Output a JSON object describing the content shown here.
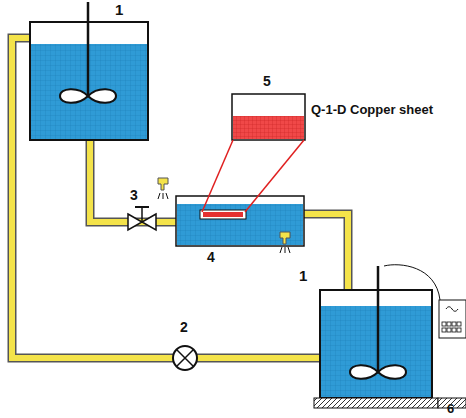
{
  "diagram": {
    "labels": [
      "1",
      "5",
      "Q-1-D Copper sheet",
      "3",
      "4",
      "2",
      "1",
      "6"
    ]
  }
}
